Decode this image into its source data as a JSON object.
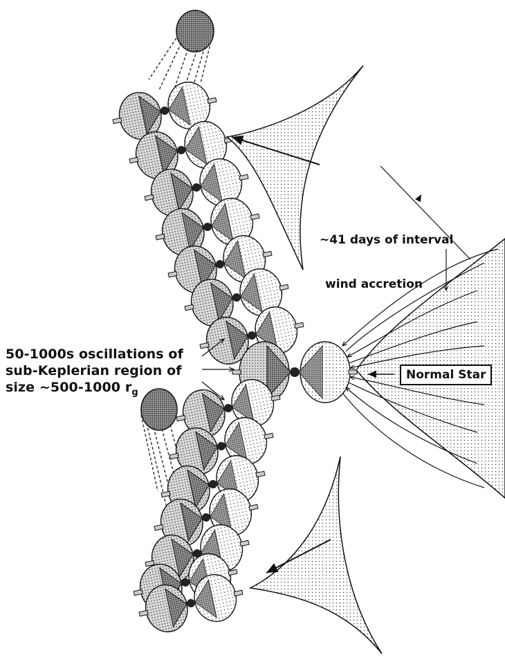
{
  "annotations": {
    "oscillations_line1": "50-1000s oscillations of",
    "oscillations_line2": "sub-Keplerian region of",
    "oscillations_line3_prefix": "size ~500-1000 r",
    "oscillations_line3_sub": "g",
    "interval": "~41 days of interval",
    "wind_accretion": "wind accretion",
    "normal_star": "Normal Star"
  },
  "colors": {
    "ink": "#111111",
    "dark_blob": "#555555",
    "core_dot": "#222222",
    "stipple_fill": "#e6e6e6",
    "funnel_fill": "#8a8a8a"
  }
}
